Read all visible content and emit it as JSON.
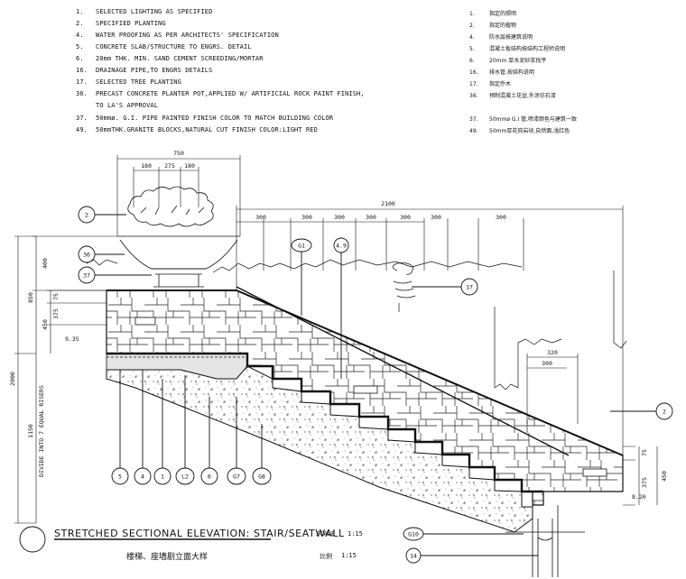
{
  "notes_en": [
    {
      "num": "1.",
      "text": "SELECTED LIGHTING AS SPECIFIED"
    },
    {
      "num": "2.",
      "text": "SPECIFIED PLANTING"
    },
    {
      "num": "4.",
      "text": "WATER PROOFING AS PER ARCHITECTS' SPECIFICATION"
    },
    {
      "num": "5.",
      "text": "CONCRETE SLAB/STRUCTURE TO ENGRS. DETAIL"
    },
    {
      "num": "6.",
      "text": "20mm THK. MIN. SAND CEMENT SCREEDING/MORTAR"
    },
    {
      "num": "16.",
      "text": "DRAINAGE PIPE,TO ENGRS DETAILS"
    },
    {
      "num": "17.",
      "text": "SELECTED TREE PLANTING"
    },
    {
      "num": "36.",
      "text": "PRECAST CONCRETE PLANTER POT,APPLIED W/ ARTIFICIAL ROCK PAINT FINISH,"
    },
    {
      "num": "",
      "text": "TO LA'S APPROVAL"
    },
    {
      "num": "37.",
      "text": "50mmø. G.I. PIPE PAINTED FINISH COLOR TO MATCH BUILDING COLOR"
    },
    {
      "num": "49.",
      "text": "50mmTHK.GRANITE BLOCKS,NATURAL CUT FINISH COLOR:LIGHT RED"
    }
  ],
  "notes_cn": [
    {
      "num": "1.",
      "text": "指定的照明"
    },
    {
      "num": "2.",
      "text": "指定的植物"
    },
    {
      "num": "4.",
      "text": "防水层按建筑说明"
    },
    {
      "num": "5.",
      "text": "混凝土板结构按结构工程师说明"
    },
    {
      "num": "6.",
      "text": "20mm 厚水泥砂浆找平"
    },
    {
      "num": "16.",
      "text": "排水管,按结构说明"
    },
    {
      "num": "17.",
      "text": "指定乔木"
    },
    {
      "num": "36.",
      "text": "预制混凝土花盆,外涂仿石漆"
    },
    {
      "num": "37.",
      "text": "50mmø G.I 管,喷漆颜色与建筑一致"
    },
    {
      "num": "49.",
      "text": "50mm厚花岗岩块,自然面,浅红色"
    }
  ],
  "dimensions": {
    "pot_width": "750",
    "pot_sub": [
      "180",
      "275",
      "180"
    ],
    "total_run": "2100",
    "treads": [
      "300",
      "300",
      "300",
      "300",
      "300",
      "300",
      "300"
    ],
    "right_top": "320",
    "right_sub": "300",
    "left_overall": "2000",
    "left_upper": "850",
    "left_pot": "400",
    "left_wall": "450",
    "left_small_a": "75",
    "left_small_b": "375",
    "left_lower": "1150",
    "divide_note": "DIVIDE INTO 7 EQUAL RISERS",
    "level_upper": "9.35",
    "level_lower": "8.20",
    "right_wall_a": "75",
    "right_wall_b": "375",
    "right_wall_total": "450"
  },
  "callouts": {
    "c2_top": "2",
    "c36": "36",
    "c37": "37",
    "cG1": "G1",
    "c49": "4.9",
    "c17": "17",
    "c2_right": "2",
    "b5": "5",
    "b4": "4",
    "b1": "1",
    "bL2": "L2",
    "b6": "6",
    "bG7": "G7",
    "bG8": "G8",
    "cG10": "G10",
    "c14": "14"
  },
  "title": {
    "main": "STRETCHED SECTIONAL ELEVATION: STAIR/SEATWALL",
    "cn": "楼梯、座墙剧立面大样",
    "scale_label": "SCALE",
    "scale_value": "1:15",
    "cn_scale_label": "比例",
    "cn_scale_value": "1:15"
  }
}
